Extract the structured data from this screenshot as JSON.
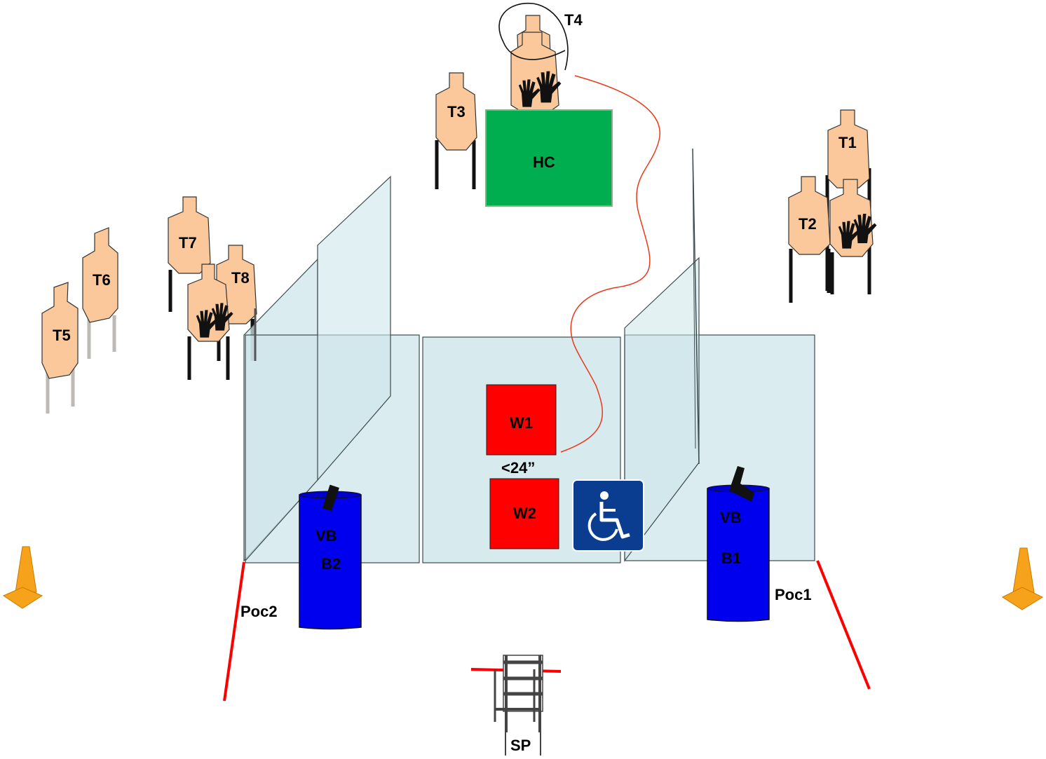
{
  "colors": {
    "target_fill": "#FAC89A",
    "wall_fill": "#CDE6EA",
    "hc_fill": "#00AE4F",
    "wall_red": "#FF0000",
    "barrel_blue": "#0000EE",
    "cone_orange": "#F7A21B",
    "handicap_blue": "#0A3D8F",
    "path_red": "#E8391C"
  },
  "targets": {
    "t1": "T1",
    "t2": "T2",
    "t3": "T3",
    "t4": "T4",
    "t5": "T5",
    "t6": "T6",
    "t7": "T7",
    "t8": "T8"
  },
  "props": {
    "hard_cover": "HC",
    "wall_1": "W1",
    "wall_2": "W2",
    "distance": "<24”",
    "barrel_left_top": "VB",
    "barrel_left_bottom": "B2",
    "barrel_right_top": "VB",
    "barrel_right_bottom": "B1",
    "poc_left": "Poc2",
    "poc_right": "Poc1",
    "start_position": "SP"
  },
  "icons": {
    "hand": "no-shoot-hands-icon",
    "pistol": "pistol-icon",
    "handicap": "wheelchair-icon",
    "cone": "traffic-cone-icon",
    "chair": "chair-icon"
  }
}
